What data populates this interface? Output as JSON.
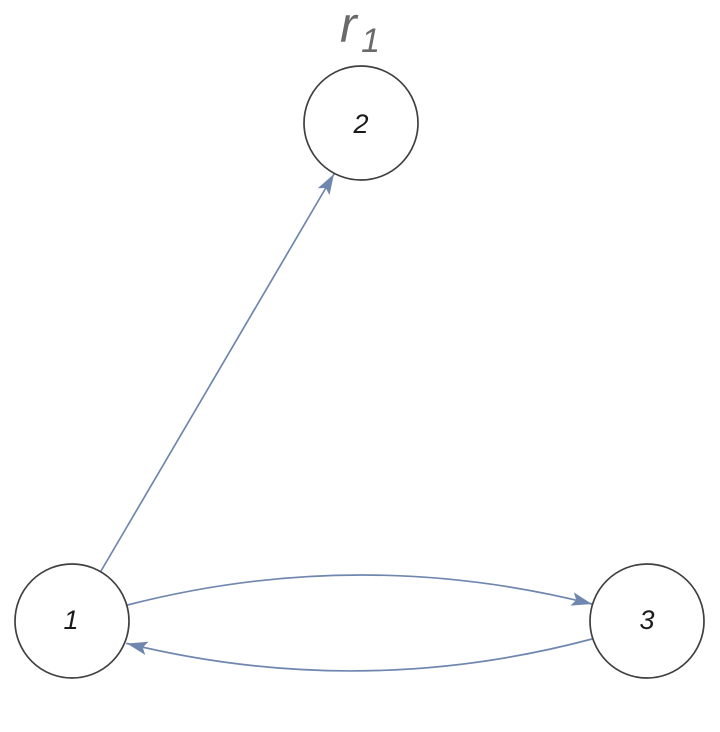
{
  "figure": {
    "title": {
      "base": "r",
      "subscript": "1"
    }
  },
  "graph": {
    "nodes": [
      {
        "id": "1",
        "label": "1"
      },
      {
        "id": "2",
        "label": "2"
      },
      {
        "id": "3",
        "label": "3"
      }
    ],
    "edges": [
      {
        "from": "1",
        "to": "2",
        "shape": "straight",
        "arrow": "stealth-arrowhead"
      },
      {
        "from": "1",
        "to": "3",
        "shape": "arc-up",
        "arrow": "stealth-arrowhead"
      },
      {
        "from": "3",
        "to": "1",
        "shape": "arc-down",
        "arrow": "stealth-arrowhead"
      }
    ]
  },
  "colors": {
    "edge": "#6f87ae",
    "node_stroke": "#404040",
    "node_fill": "#ffffff",
    "node_label": "#1a1a1a",
    "title": "#6a6a6a",
    "background": "#ffffff"
  }
}
